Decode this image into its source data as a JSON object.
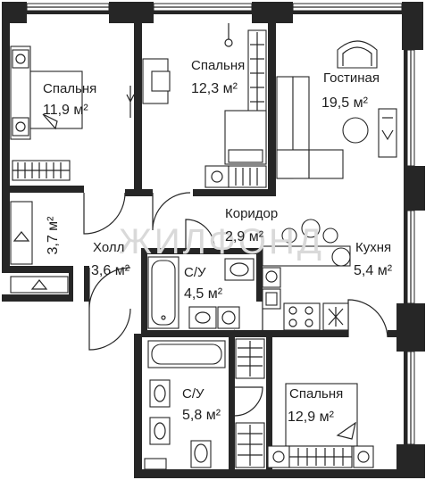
{
  "watermark": "ЖИЛФОНД",
  "rooms": [
    {
      "id": "bedroom1",
      "name": "Спальня",
      "area": "11,9 м²"
    },
    {
      "id": "bedroom2",
      "name": "Спальня",
      "area": "12,3 м²"
    },
    {
      "id": "living",
      "name": "Гостиная",
      "area": "19,5 м²"
    },
    {
      "id": "corridor",
      "name": "Коридор",
      "area": "2,9 м²"
    },
    {
      "id": "closet",
      "name": "",
      "area": "3,7 м²"
    },
    {
      "id": "hall",
      "name": "Холл",
      "area": "3,6 м²"
    },
    {
      "id": "bath1",
      "name": "С/У",
      "area": "4,5 м²"
    },
    {
      "id": "kitchen",
      "name": "Кухня",
      "area": "5,4 м²"
    },
    {
      "id": "bath2",
      "name": "С/У",
      "area": "5,8 м²"
    },
    {
      "id": "bedroom3",
      "name": "Спальня",
      "area": "12,9 м²"
    }
  ]
}
